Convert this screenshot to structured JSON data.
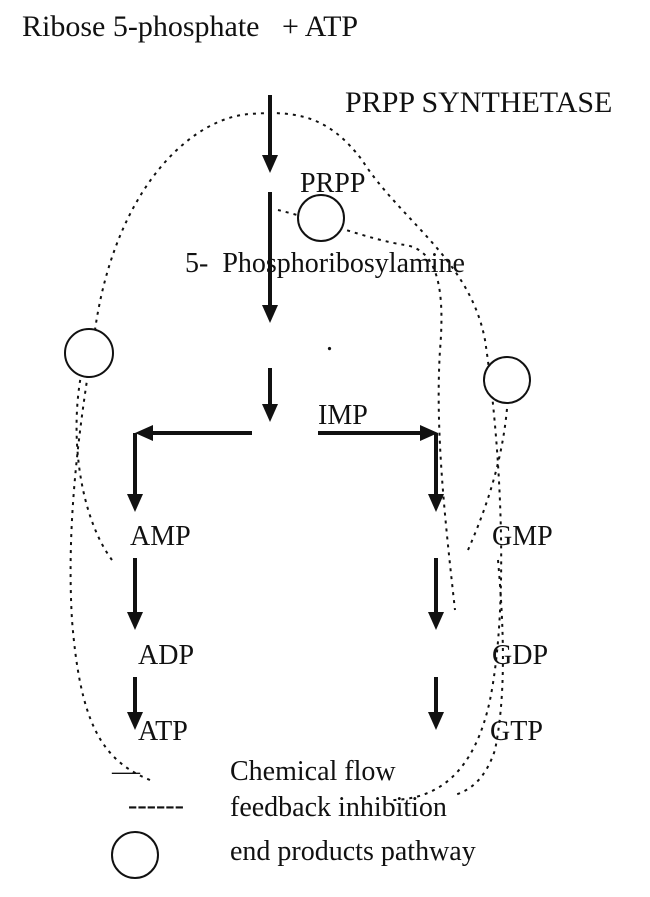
{
  "diagram": {
    "top_label": "Ribose 5-phosphate   + ATP",
    "enzyme_label": "PRPP SYNTHETASE",
    "nodes": {
      "prpp": "PRPP",
      "phosphoribosylamine": "5-  Phosphoribosylamine",
      "imp": "IMP",
      "amp": "AMP",
      "adp": "ADP",
      "atp": "ATP",
      "gmp": "GMP",
      "gdp": "GDP",
      "gtp": "GTP",
      "dot": "."
    },
    "legend": {
      "solid_symbol": "—",
      "dashed_symbol": "------",
      "chemical_flow": "Chemical flow",
      "feedback_inhibition": "feedback inhibition",
      "end_products_pathway": "end products pathway"
    }
  }
}
